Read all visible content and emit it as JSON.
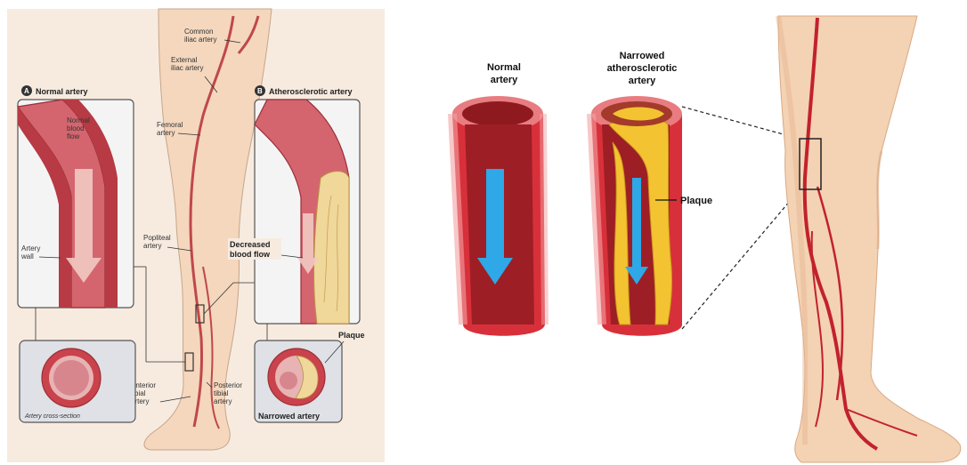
{
  "caption_fragment": "",
  "left_figure": {
    "panel_a_letter": "A",
    "panel_a_title": "Normal artery",
    "panel_b_letter": "B",
    "panel_b_title": "Atherosclerotic artery",
    "normal_blood_flow": [
      "Normal",
      "blood",
      "flow"
    ],
    "artery_wall": [
      "Artery",
      "wall"
    ],
    "decreased_blood_flow": [
      "Decreased",
      "blood flow"
    ],
    "plaque": "Plaque",
    "artery_cross_section": "Artery cross-section",
    "narrowed_artery": "Narrowed artery",
    "common_iliac": [
      "Common",
      "iliac artery"
    ],
    "external_iliac": [
      "External",
      "iliac artery"
    ],
    "femoral": [
      "Femoral",
      "artery"
    ],
    "popliteal": [
      "Popliteal",
      "artery"
    ],
    "anterior_tibial": [
      "Anterior",
      "tibial",
      "artery"
    ],
    "posterior_tibial": [
      "Posterior",
      "tibial",
      "artery"
    ]
  },
  "middle_figure": {
    "normal_artery": [
      "Normal",
      "artery"
    ],
    "narrowed_artery": [
      "Narrowed",
      "atherosclerotic",
      "artery"
    ],
    "plaque": "Plaque"
  },
  "colors": {
    "artery_red": "#d8303a",
    "artery_inner": "#8e1a1f",
    "flow_blue": "#2ea8e6",
    "plaque_yellow": "#f3c331",
    "skin": "#f4d2b4",
    "panel_bg": "#f7e9dc"
  }
}
